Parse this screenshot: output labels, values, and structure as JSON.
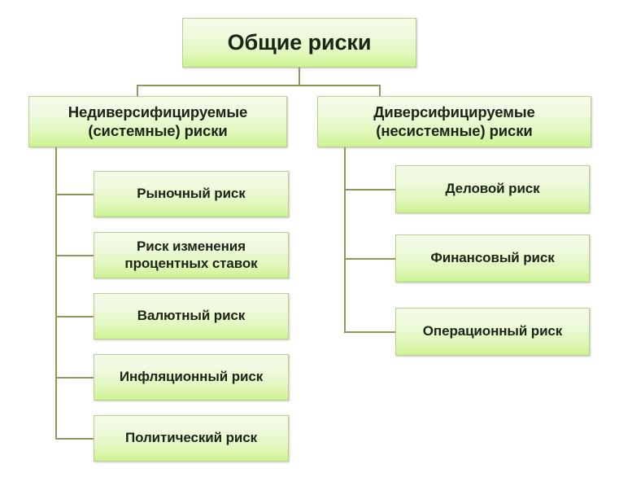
{
  "diagram": {
    "title": "Общие риски",
    "branches": [
      {
        "id": "systemic",
        "label": "Недиверсифицируемые (системные) риски",
        "label_line1": "Недиверсифицируемые",
        "label_line2": "(системные) риски",
        "children": [
          {
            "label": "Рыночный риск"
          },
          {
            "label": "Риск изменения процентных ставок",
            "line1": "Риск изменения",
            "line2": "процентных ставок"
          },
          {
            "label": "Валютный риск"
          },
          {
            "label": "Инфляционный риск"
          },
          {
            "label": "Политический риск"
          }
        ]
      },
      {
        "id": "diversifiable",
        "label": "Диверсифицируемые (несистемные) риски",
        "label_line1": "Диверсифицируемые",
        "label_line2": "(несистемные) риски",
        "children": [
          {
            "label": "Деловой риск"
          },
          {
            "label": "Финансовый риск"
          },
          {
            "label": "Операционный риск"
          }
        ]
      }
    ],
    "colors": {
      "box_fill_top": "#f4fbe8",
      "box_fill_bottom": "#ccf391",
      "box_border": "#b9cf91",
      "connector": "#8a9a5b",
      "text": "#1b2417",
      "background": "#ffffff"
    }
  }
}
